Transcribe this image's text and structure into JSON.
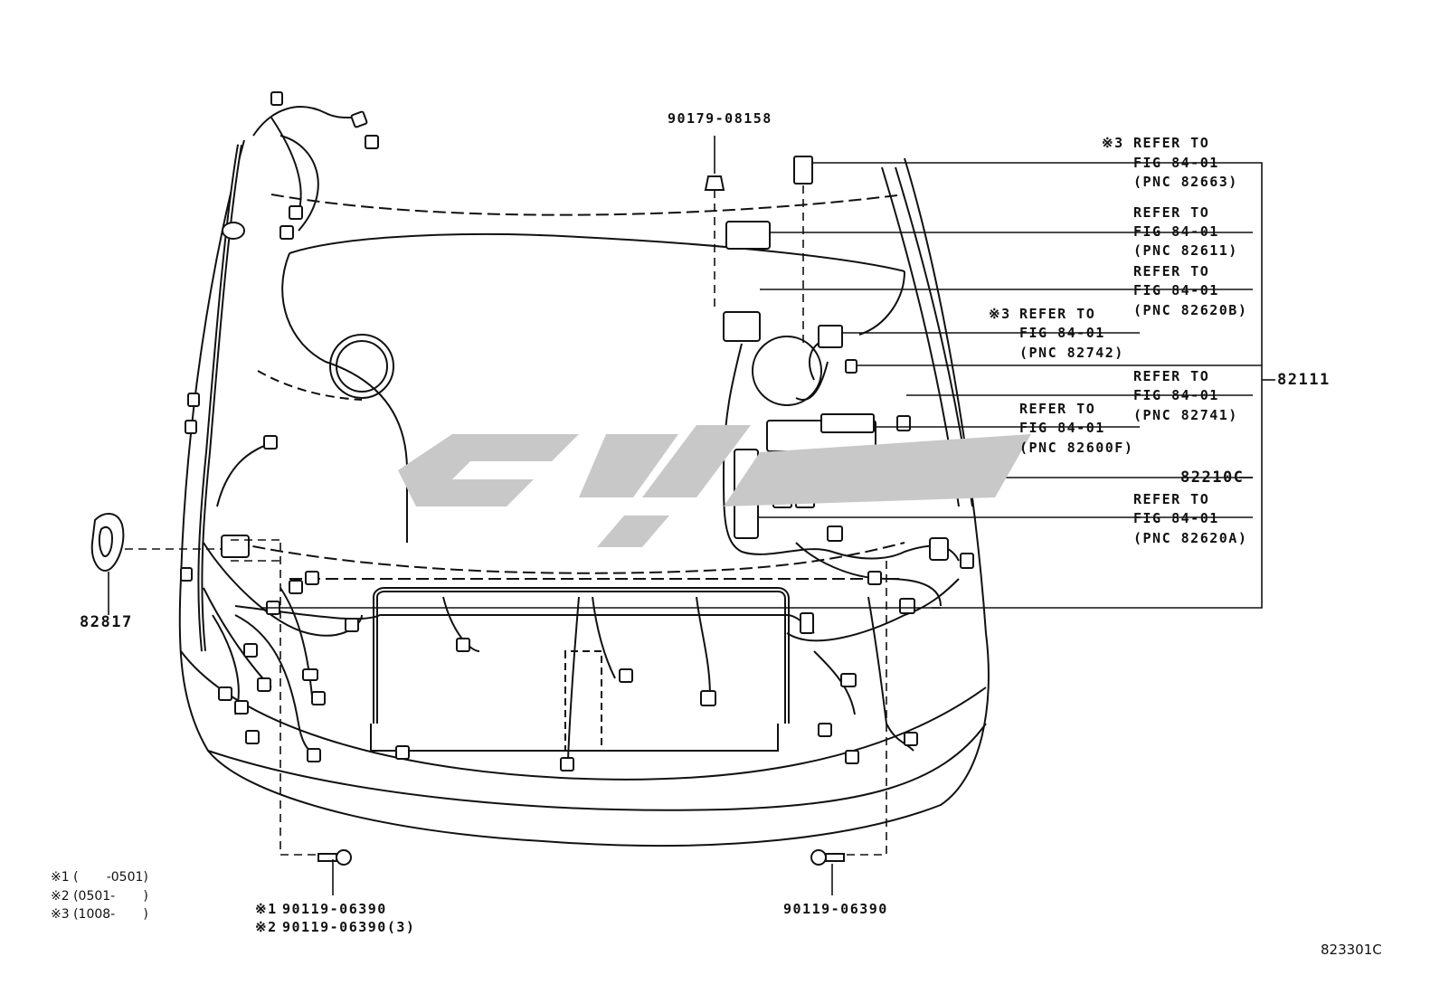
{
  "parts": {
    "nut_top": "90179-08158",
    "harness_main": "82111",
    "relay_block": "82210C",
    "clamp_left": "82817",
    "bolt_right": "90119-06390",
    "bolt_left_1": "90119-06390",
    "bolt_left_2": "90119-06390(3)"
  },
  "refers": [
    {
      "mark": "※3",
      "line1": "REFER TO",
      "line2": "FIG 84-01",
      "line3": "(PNC 82663)"
    },
    {
      "mark": "",
      "line1": "REFER TO",
      "line2": "FIG 84-01",
      "line3": "(PNC 82611)"
    },
    {
      "mark": "",
      "line1": "REFER TO",
      "line2": "FIG 84-01",
      "line3": "(PNC 82620B)"
    },
    {
      "mark": "※3",
      "line1": "REFER TO",
      "line2": "FIG 84-01",
      "line3": "(PNC 82742)"
    },
    {
      "mark": "",
      "line1": "REFER TO",
      "line2": "FIG 84-01",
      "line3": "(PNC 82741)"
    },
    {
      "mark": "",
      "line1": "REFER TO",
      "line2": "FIG 84-01",
      "line3": "(PNC 82600F)"
    },
    {
      "mark": "",
      "line1": "REFER TO",
      "line2": "FIG 84-01",
      "line3": "(PNC 82620A)"
    }
  ],
  "marks": {
    "m1": "※1",
    "m2": "※2"
  },
  "notes": {
    "n1": "※1 (       -0501)",
    "n2": "※2 (0501-       )",
    "n3": "※3 (1008-       )"
  },
  "figure_code": "823301C"
}
